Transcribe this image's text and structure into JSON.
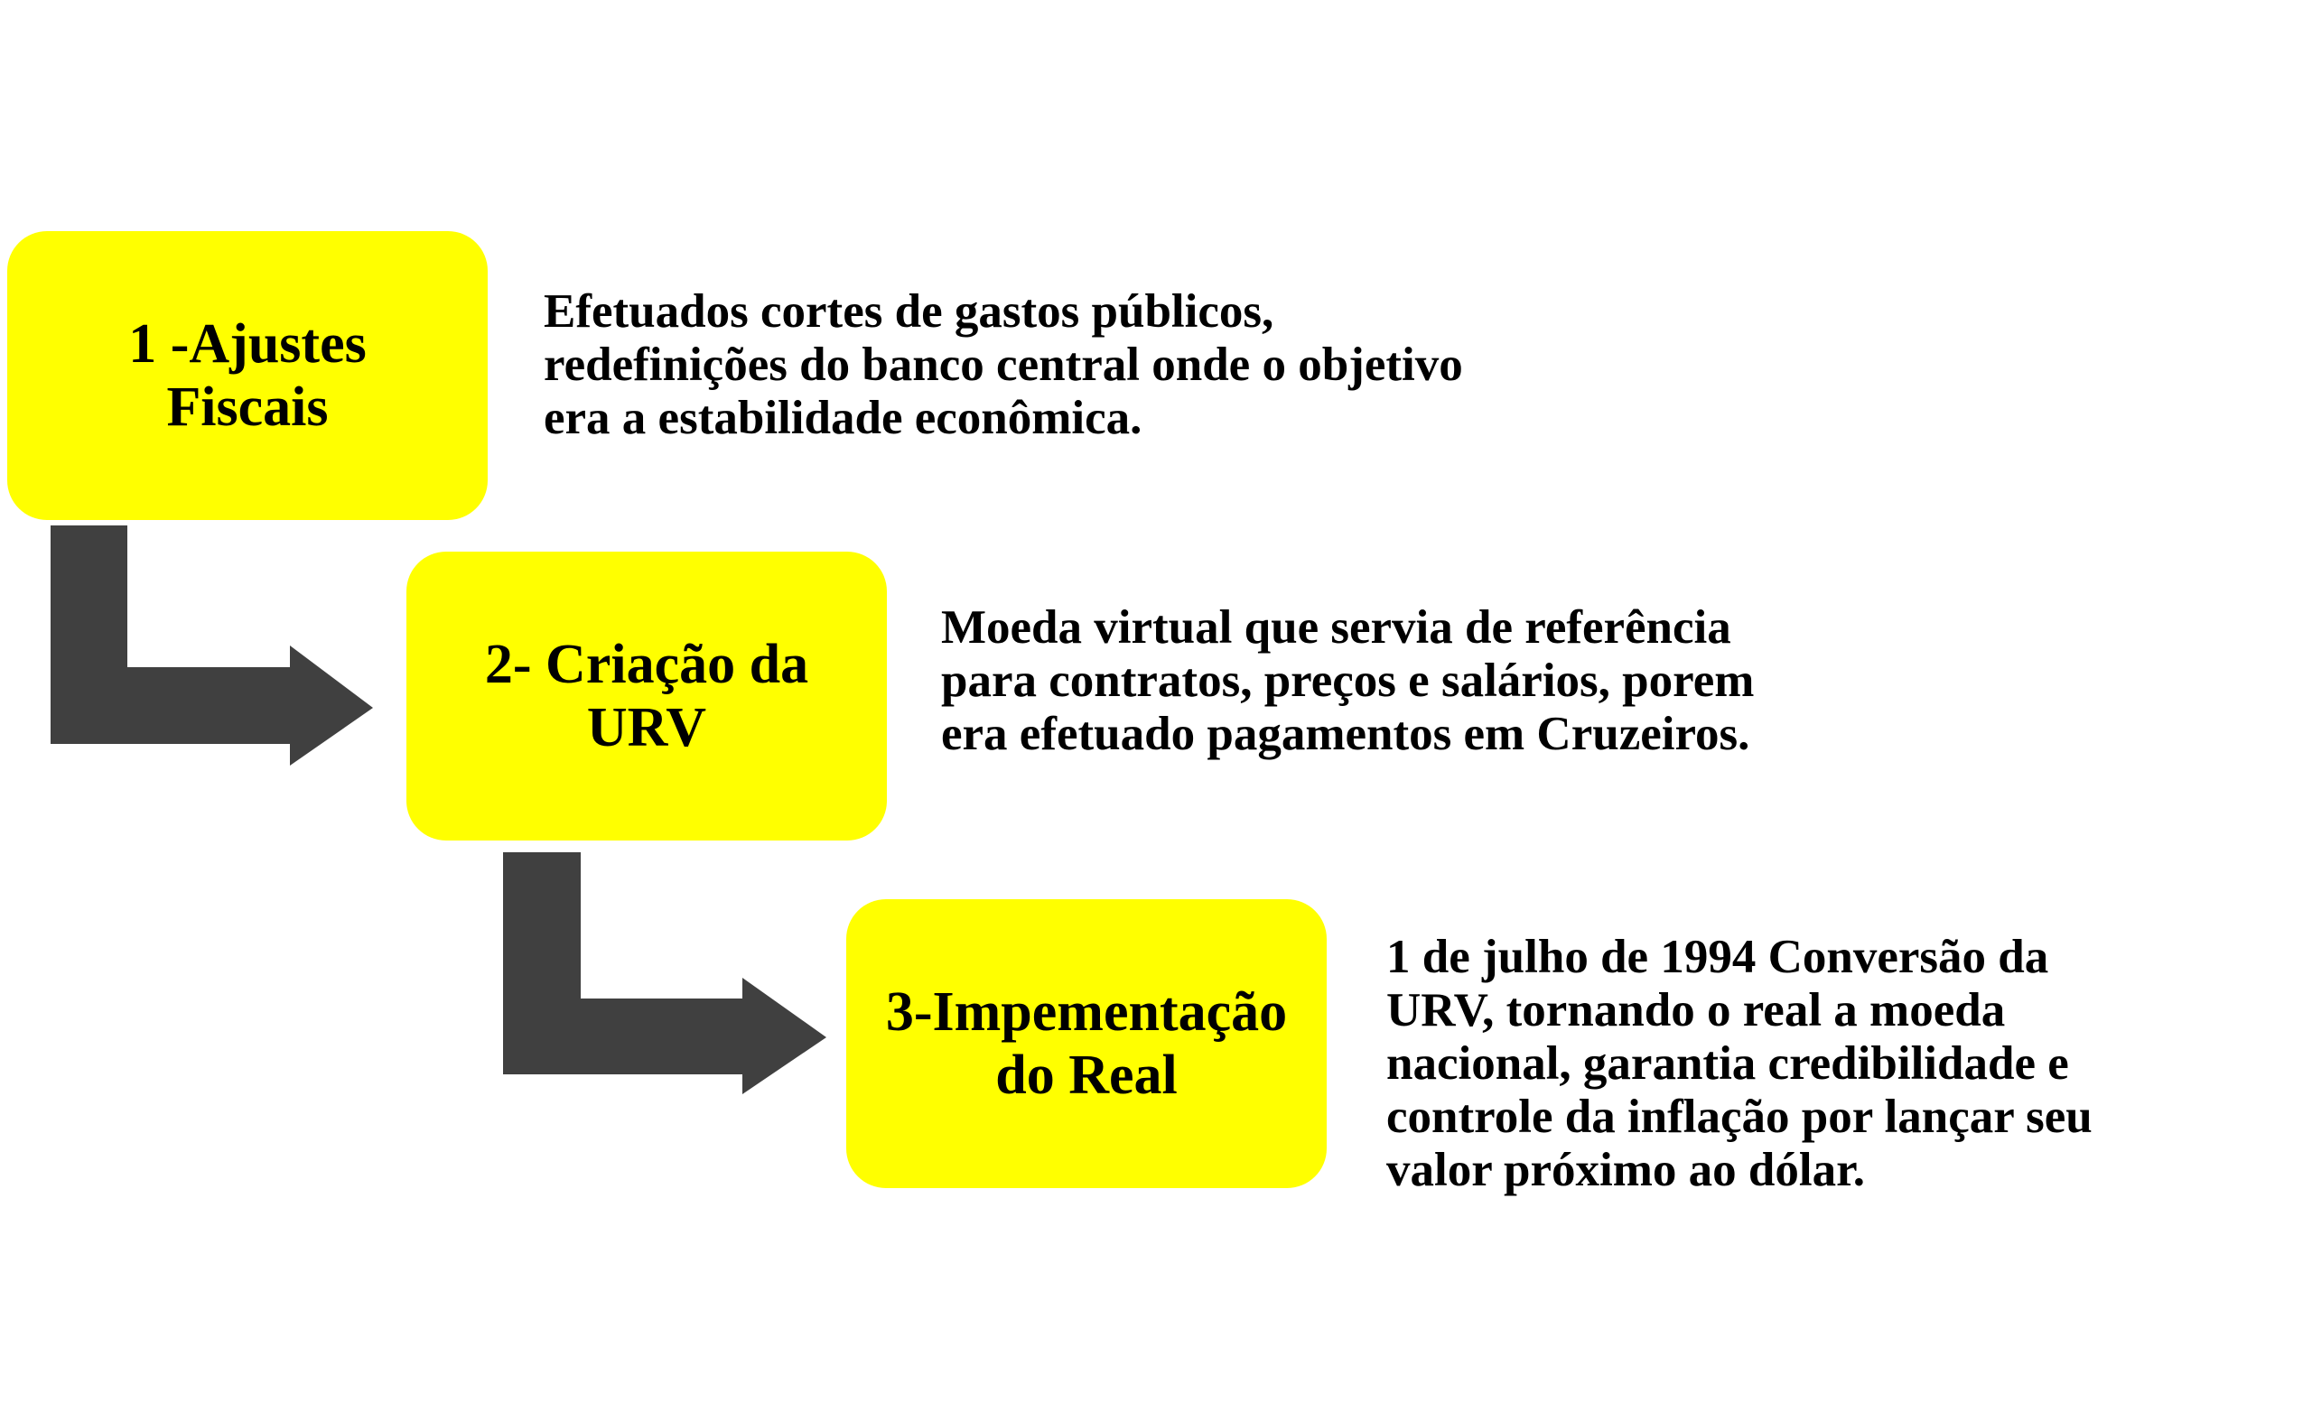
{
  "steps": [
    {
      "label": "1 -Ajustes\nFiscais",
      "description": "   Efetuados cortes de gastos públicos,\nredefinições do banco central onde o objetivo\nera a estabilidade econômica."
    },
    {
      "label": "2- Criação da\nURV",
      "description": "   Moeda virtual que servia de referência\npara contratos, preços e salários, porem\nera efetuado pagamentos em Cruzeiros."
    },
    {
      "label": "3-Impementação\ndo Real",
      "description": "   1 de julho de 1994 Conversão da\nURV, tornando o real a moeda\nnacional, garantia credibilidade e\ncontrole da inflação por lançar seu\nvalor próximo ao dólar."
    }
  ],
  "colors": {
    "box_fill": "#ffff00",
    "arrow_fill": "#404040",
    "text": "#000000",
    "background": "#ffffff"
  }
}
